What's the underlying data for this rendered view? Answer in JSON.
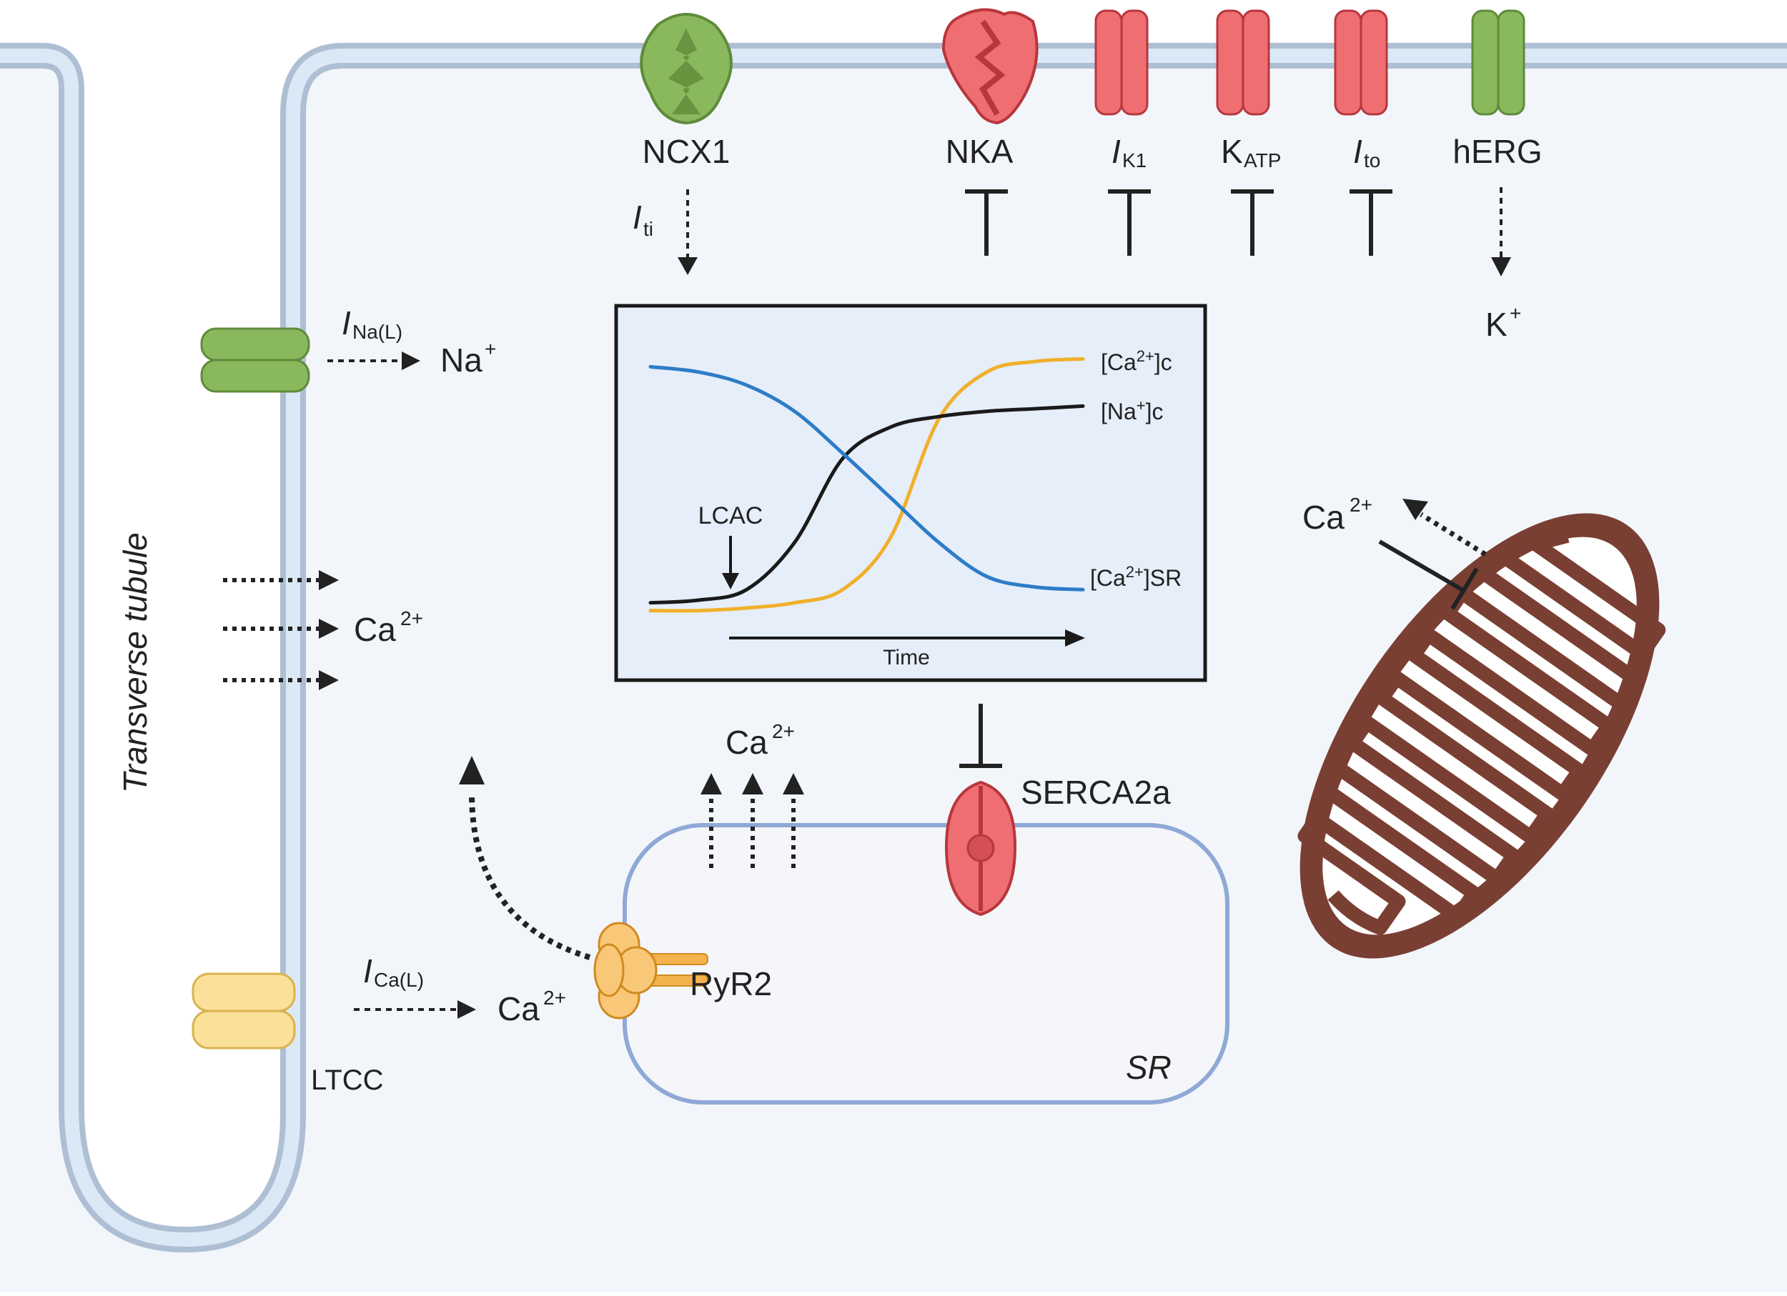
{
  "colors": {
    "cytoplasm": "#f2f6fb",
    "membrane_outer": "#b3c6dc",
    "membrane_inner": "#dbe8f6",
    "green": "#8ab85c",
    "green_dark": "#5f8b3a",
    "red": "#ee6e72",
    "red_dark": "#b8363d",
    "yellow": "#fbe09a",
    "yellow_dark": "#d9b34f",
    "orange": "#f4b24e",
    "sr_fill": "#f4f6f9",
    "sr_stroke": "#8fa9d6",
    "mito_fill": "#7a3f33",
    "chart_bg": "#e6eefa",
    "curve_na": "#1a1a1a",
    "curve_ca_c": "#f0b02b",
    "curve_ca_sr": "#2d7cc7"
  },
  "labels": {
    "transverse_tubule": "Transverse tubule",
    "ncx1": "NCX1",
    "i_ti_main": "I",
    "i_ti_sub": "ti",
    "nka": "NKA",
    "ik1_main": "I",
    "ik1_sub": "K1",
    "katp_main": "K",
    "katp_sub": "ATP",
    "ito_main": "I",
    "ito_sub": "to",
    "herg": "hERG",
    "k_ion": "K",
    "k_sup": "+",
    "ina_main": "I",
    "ina_sub": "Na(L)",
    "na_ion": "Na",
    "na_sup": "+",
    "ca_tt": "Ca",
    "ca_tt_sup": "2+",
    "ica_main": "I",
    "ica_sub": "Ca(L)",
    "ca_ltcc": "Ca",
    "ca_ltcc_sup": "2+",
    "ltcc": "LTCC",
    "ryr2": "RyR2",
    "ca_ryr": "Ca",
    "ca_ryr_sup": "2+",
    "serca": "SERCA2a",
    "sr": "SR",
    "ca_mito": "Ca",
    "ca_mito_sup": "2+"
  },
  "chart_data": {
    "type": "line",
    "xlabel": "Time",
    "ylabel": "",
    "annotation": "LCAC",
    "series": [
      {
        "name_main": "[Ca",
        "name_sup": "2+",
        "name_end": "]c",
        "color": "#f0b02b",
        "values": [
          0.02,
          0.02,
          0.03,
          0.05,
          0.1,
          0.3,
          0.75,
          0.93,
          0.97,
          0.98
        ]
      },
      {
        "name_main": "[Na",
        "name_sup": "+",
        "name_end": "]c",
        "color": "#1a1a1a",
        "values": [
          0.05,
          0.06,
          0.1,
          0.28,
          0.6,
          0.72,
          0.76,
          0.78,
          0.79,
          0.8
        ]
      },
      {
        "name_main": "[Ca",
        "name_sup": "2+",
        "name_end": "]SR",
        "color": "#2d7cc7",
        "values": [
          0.95,
          0.93,
          0.88,
          0.78,
          0.62,
          0.45,
          0.28,
          0.15,
          0.11,
          0.1
        ]
      }
    ]
  }
}
